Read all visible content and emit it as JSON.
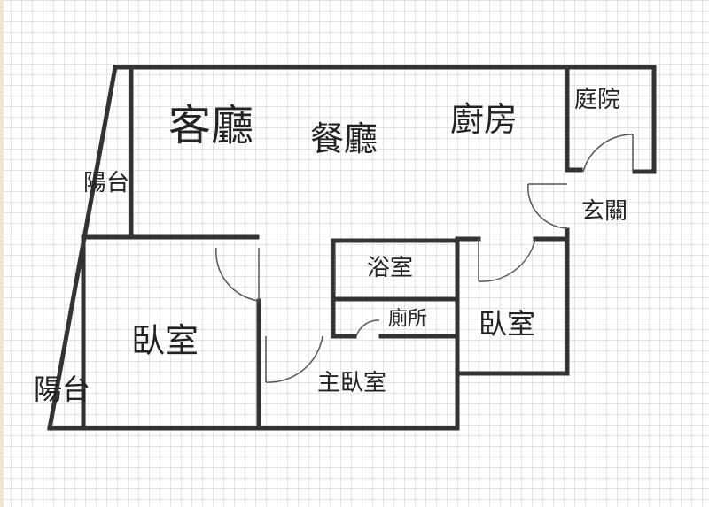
{
  "rooms": {
    "living_room": "客廳",
    "dining_room": "餐廳",
    "kitchen": "廚房",
    "courtyard": "庭院",
    "entrance": "玄關",
    "balcony_top": "陽台",
    "balcony_bottom": "陽台",
    "bathroom": "浴室",
    "toilet": "廁所",
    "bedroom_left": "臥室",
    "bedroom_right": "臥室",
    "master_bedroom": "主臥室"
  },
  "colors": {
    "wall": "#333333",
    "grid": "#e3e3e3",
    "door": "#555555",
    "text": "#222222"
  }
}
